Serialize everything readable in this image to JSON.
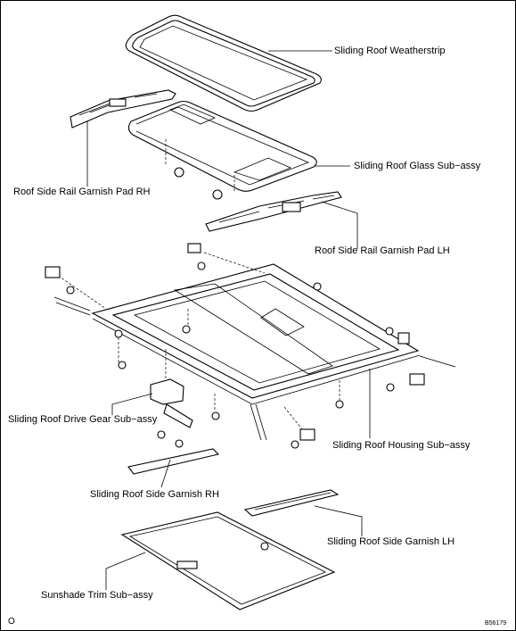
{
  "labels": {
    "weatherstrip": "Sliding Roof Weatherstrip",
    "glass": "Sliding Roof Glass Sub−assy",
    "pad_rh": "Roof Side Rail Garnish Pad RH",
    "pad_lh": "Roof Side Rail Garnish Pad LH",
    "drive_gear": "Sliding Roof Drive Gear Sub−assy",
    "housing": "Sliding Roof Housing Sub−assy",
    "garnish_rh": "Sliding Roof Side Garnish RH",
    "garnish_lh": "Sliding Roof Side Garnish LH",
    "sunshade": "Sunshade Trim Sub−assy"
  },
  "footer": {
    "corner_mark": "O",
    "figure_code": "B56179"
  }
}
